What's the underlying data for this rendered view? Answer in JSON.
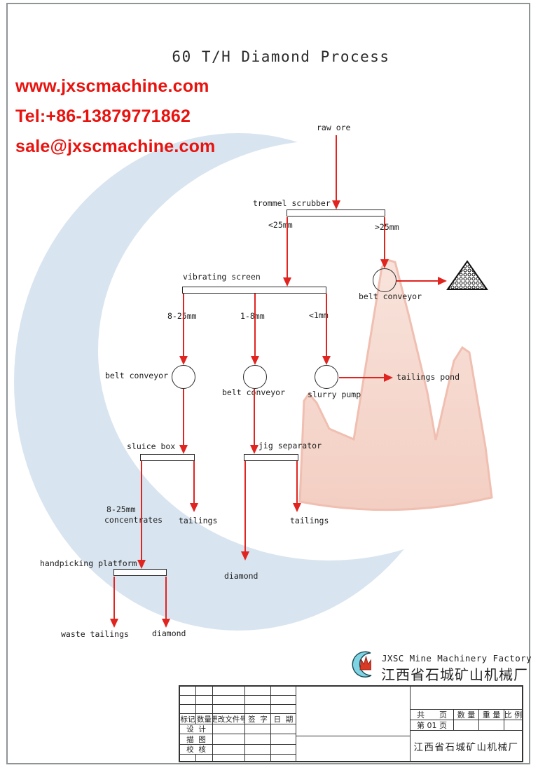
{
  "header": {
    "title": "60 T/H Diamond Process",
    "website": "www.jxscmachine.com",
    "tel": "Tel:+86-13879771862",
    "email": "sale@jxscmachine.com"
  },
  "flow": {
    "raw_ore": "raw ore",
    "trommel_scrubber": "trommel scrubber",
    "under_25mm": "<25mm",
    "over_25mm": ">25mm",
    "belt_conveyor_oversize": "belt conveyor",
    "vibrating_screen": "vibrating screen",
    "size_8_25mm": "8-25mm",
    "size_1_8mm": "1-8mm",
    "size_under_1mm": "<1mm",
    "belt_conveyor_coarse": "belt conveyor",
    "belt_conveyor_middlings": "belt conveyor",
    "slurry_pump": "slurry pump",
    "tailings_pond": "tailings pond",
    "sluice_box": "sluice box",
    "jig_separator": "jig separator",
    "concentrates_line1": "8-25mm",
    "concentrates_line2": "concentrates",
    "sluice_tailings": "tailings",
    "jig_tailings": "tailings",
    "jig_diamond": "diamond",
    "handpicking_platform": "handpicking platform",
    "waste_tailings": "waste tailings",
    "handpick_diamond": "diamond"
  },
  "logo": {
    "name_en": "JXSC Mine Machinery Factory",
    "name_cn": "江西省石城矿山机械厂"
  },
  "title_block": {
    "col_mark": "标记",
    "col_qty": "数量",
    "col_change_doc": "更改文件号",
    "col_sign": "签  字",
    "col_date": "日  期",
    "row_design": "设  计",
    "row_trace": "描  图",
    "row_check": "校  核",
    "total_pages": "共      页",
    "quantity": "数 量",
    "weight": "重 量",
    "scale": "比 例",
    "page_no": "第 01 页",
    "factory": "江西省石城矿山机械厂"
  },
  "colors": {
    "flow_line_red": "#e02420",
    "contact_text_red": "#e8120e",
    "watermark_blue": "#b9cfe2",
    "watermark_salmon": "#f1c3b4"
  }
}
